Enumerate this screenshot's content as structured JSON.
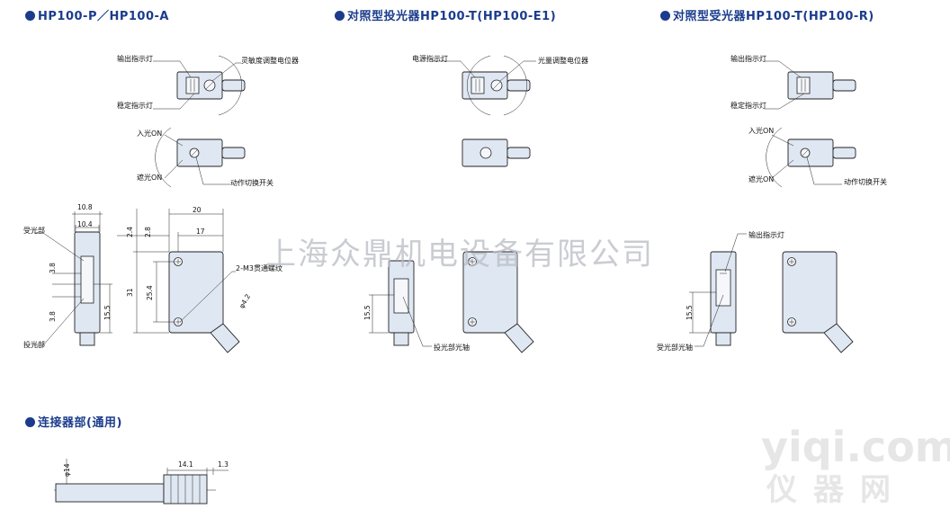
{
  "sections": {
    "s1": "HP100-P／HP100-A",
    "s2": "对照型投光器HP100-T(HP100-E1)",
    "s3": "对照型受光器HP100-T(HP100-R)",
    "s4": "连接器部(通用)"
  },
  "labels": {
    "output_led": "输出指示灯",
    "stable_led": "稳定指示灯",
    "sensitivity": "灵敏度调整电位器",
    "light_on": "入光ON",
    "dark_on": "遮光ON",
    "mode_switch": "动作切换开关",
    "receiver": "受光部",
    "emitter": "投光部",
    "through_hole": "2-M3贯通螺纹",
    "power_led": "电源指示灯",
    "light_adjust": "光量调整电位器",
    "emit_axis": "投光部光轴",
    "output_led2": "输出指示灯",
    "recv_axis": "受光部光轴",
    "output_led3": "输出指示灯",
    "stable_led3": "稳定指示灯",
    "light_on3": "入光ON",
    "dark_on3": "遮光ON",
    "mode_switch3": "动作切换开关"
  },
  "dims": {
    "d108": "10.8",
    "d104": "10.4",
    "d20": "20",
    "d17": "17",
    "d24": "2.4",
    "d28": "2.8",
    "d38a": "3.8",
    "d38b": "3.8",
    "d31": "31",
    "d254": "25.4",
    "d155a": "15.5",
    "dphi": "φ4.2",
    "d155b": "15.5",
    "d155c": "15.5",
    "dphi14": "φ14",
    "d141": "14.1",
    "d13": "1.3"
  },
  "watermark": {
    "company": "上海众鼎机电设备有限公司",
    "site": "yiqi.com",
    "site_cn": "仪器网"
  }
}
